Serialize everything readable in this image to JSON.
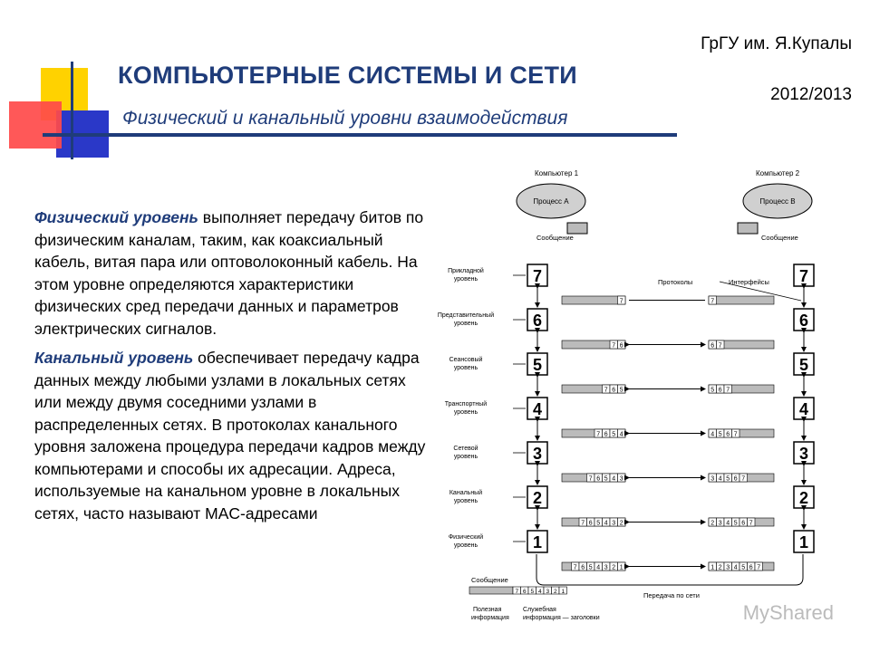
{
  "header": {
    "title": "КОМПЬЮТЕРНЫЕ СИСТЕМЫ  И СЕТИ",
    "subtitle": "Физический и канальный уровни взаимодействия",
    "institution": "ГрГУ им. Я.Купалы",
    "year": "2012/2013"
  },
  "body": {
    "p1_term": "Физический уровень",
    "p1_text": " выполняет передачу битов по физическим каналам, таким, как коаксиальный кабель, витая пара или оптоволоконный  кабель. На этом уровне определяются характеристики физических сред передачи данных и параметров электрических сигналов.",
    "p2_term": "Канальный уровень",
    "p2_text": " обеспечивает передачу кадра данных между любыми узлами в локальных сетях или между двумя соседними узлами в распределенных сетях. В протоколах канального уровня заложена процедура передачи кадров между компьютерами и способы их адресации. Адреса, используемые на канальном уровне в локальных сетях, часто называют MAC-адресами"
  },
  "diagram": {
    "computer1": "Компьютер 1",
    "computer2": "Компьютер 2",
    "process_a": "Процесс А",
    "process_b": "Процесс В",
    "message": "Сообщение",
    "protocols": "Протоколы",
    "interfaces": "Интерфейсы",
    "transmission": "Передача по сети",
    "useful_info_1": "Полезная",
    "useful_info_2": "информация",
    "service_info_1": "Служебная",
    "service_info_2": "информация — заголовки",
    "levels": [
      {
        "num": "7",
        "name1": "Прикладной",
        "name2": "уровень",
        "header": "7"
      },
      {
        "num": "6",
        "name1": "Представительный",
        "name2": "уровень",
        "header": "76"
      },
      {
        "num": "5",
        "name1": "Сеансовый",
        "name2": "уровень",
        "header": "765"
      },
      {
        "num": "4",
        "name1": "Транспортный",
        "name2": "уровень",
        "header": "7654"
      },
      {
        "num": "3",
        "name1": "Сетевой",
        "name2": "уровень",
        "header": "76543"
      },
      {
        "num": "2",
        "name1": "Канальный",
        "name2": "уровень",
        "header": "765432"
      },
      {
        "num": "1",
        "name1": "Физический",
        "name2": "уровень",
        "header": "7654321"
      }
    ],
    "bottom_header": "7654321"
  },
  "watermark": "MyShared",
  "colors": {
    "title": "#1f3c7a",
    "deco_yellow": "#ffd200",
    "deco_red": "#ff3030",
    "deco_blue": "#2030c0"
  }
}
